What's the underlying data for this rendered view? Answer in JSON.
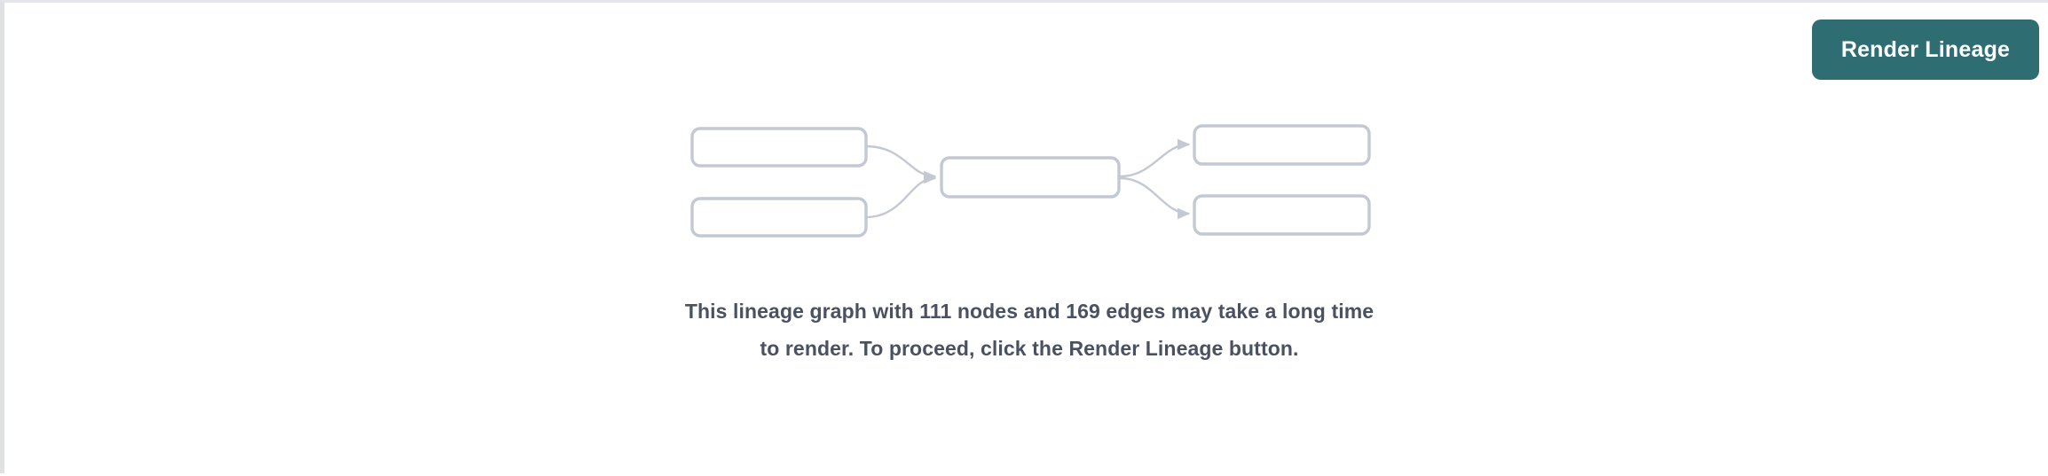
{
  "panel": {
    "background_color": "#ffffff",
    "border_color": "#e4e5e9"
  },
  "toolbar": {
    "render_lineage_label": "Render Lineage",
    "button_color": "#2e6e73",
    "button_text_color": "#ffffff"
  },
  "empty_state": {
    "message": "This lineage graph with 111 nodes and 169 edges may take a long time to render. To proceed, click the Render Lineage button.",
    "message_color": "#4a5160",
    "node_count": 111,
    "edge_count": 169,
    "illustration": {
      "node_stroke_color": "#c3c9d2",
      "edge_color": "#c3c9d2",
      "nodes": [
        {
          "id": "upstream-1",
          "label": ""
        },
        {
          "id": "upstream-2",
          "label": ""
        },
        {
          "id": "focus",
          "label": ""
        },
        {
          "id": "downstream-1",
          "label": ""
        },
        {
          "id": "downstream-2",
          "label": ""
        }
      ],
      "edges": [
        {
          "from": "upstream-1",
          "to": "focus"
        },
        {
          "from": "upstream-2",
          "to": "focus"
        },
        {
          "from": "focus",
          "to": "downstream-1"
        },
        {
          "from": "focus",
          "to": "downstream-2"
        }
      ]
    }
  }
}
